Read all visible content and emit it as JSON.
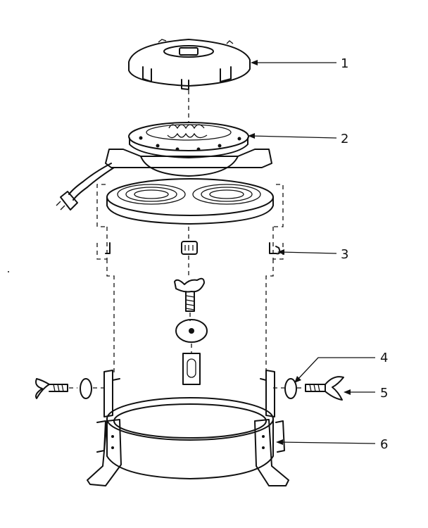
{
  "diagram": {
    "callouts": [
      {
        "id": "1"
      },
      {
        "id": "2"
      },
      {
        "id": "3"
      },
      {
        "id": "4"
      },
      {
        "id": "5"
      },
      {
        "id": "6"
      }
    ]
  }
}
